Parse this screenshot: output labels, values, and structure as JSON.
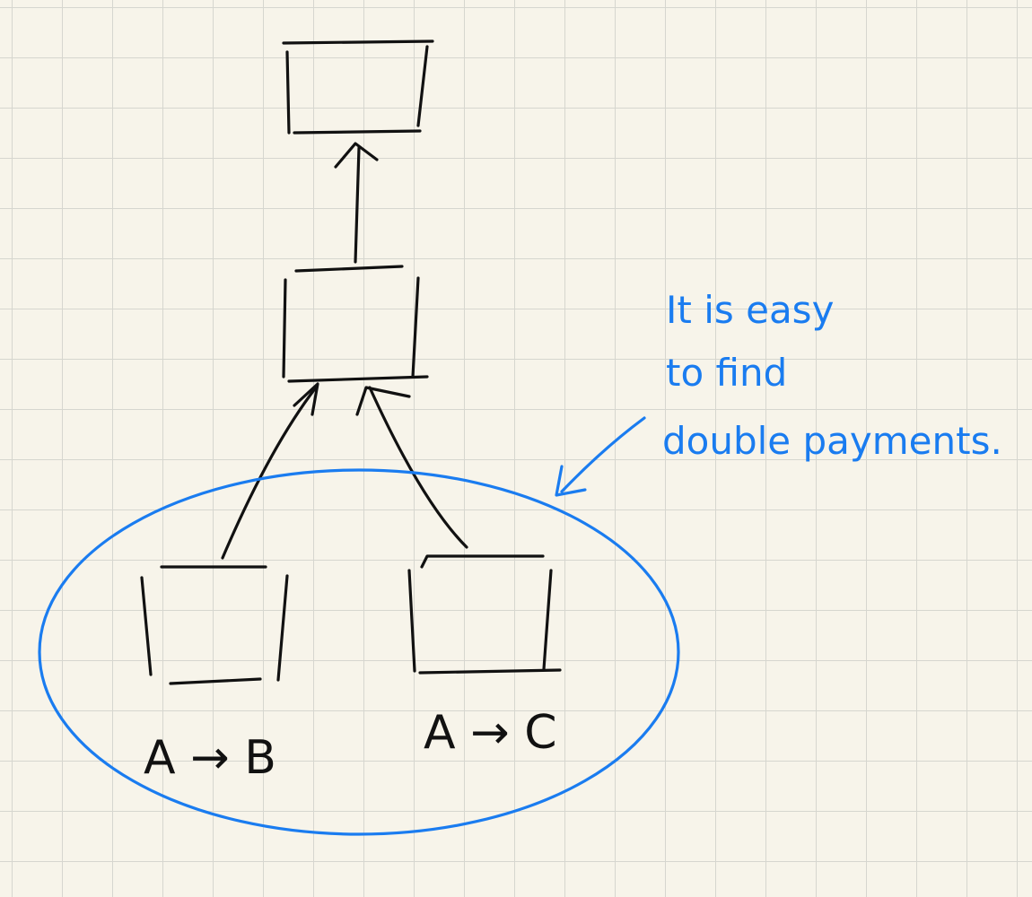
{
  "labels": {
    "left_block": "A → B",
    "right_block": "A → C"
  },
  "note": {
    "lines": [
      "It is easy",
      "to find",
      "double payments."
    ]
  },
  "colors": {
    "ink": "#111111",
    "highlight": "#1a7cf0",
    "paper": "#f7f4ea",
    "grid": "#d6d6cf"
  }
}
